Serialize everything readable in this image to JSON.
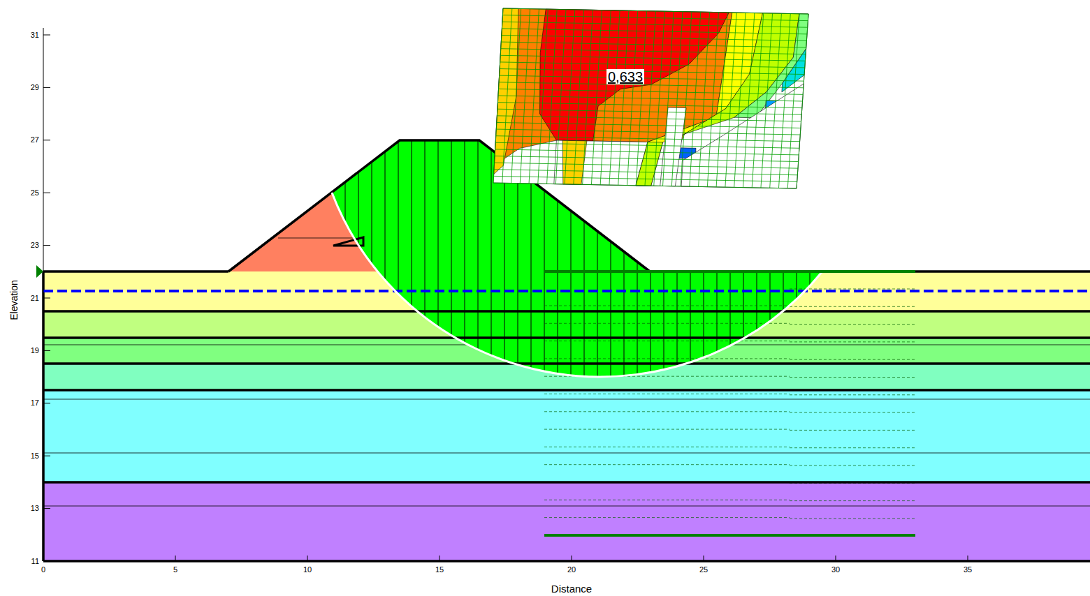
{
  "diagram": {
    "labels": [
      "31",
      "29",
      "27",
      "25",
      "23",
      "21",
      "19",
      "17",
      "15",
      "13",
      "11",
      "0",
      "5",
      "10",
      "15",
      "20",
      "25",
      "30",
      "35",
      "Elevation",
      "Distance",
      "0,633"
    ]
  }
}
